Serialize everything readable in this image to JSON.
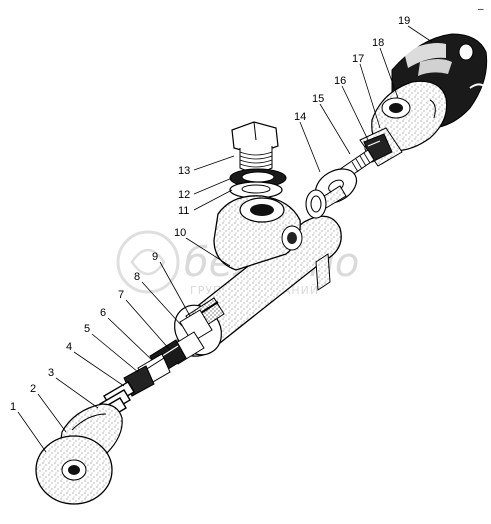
{
  "watermark": {
    "brand": "беларпо",
    "subtitle": "ГРУППА КОМПАНИЙ"
  },
  "corner_mark": "–",
  "callouts": [
    {
      "id": "1",
      "label": "1"
    },
    {
      "id": "2",
      "label": "2"
    },
    {
      "id": "3",
      "label": "3"
    },
    {
      "id": "4",
      "label": "4"
    },
    {
      "id": "5",
      "label": "5"
    },
    {
      "id": "6",
      "label": "6"
    },
    {
      "id": "7",
      "label": "7"
    },
    {
      "id": "8",
      "label": "8"
    },
    {
      "id": "9",
      "label": "9"
    },
    {
      "id": "10",
      "label": "10"
    },
    {
      "id": "11",
      "label": "11"
    },
    {
      "id": "12",
      "label": "12"
    },
    {
      "id": "13",
      "label": "13"
    },
    {
      "id": "14",
      "label": "14"
    },
    {
      "id": "15",
      "label": "15"
    },
    {
      "id": "16",
      "label": "16"
    },
    {
      "id": "17",
      "label": "17"
    },
    {
      "id": "18",
      "label": "18"
    },
    {
      "id": "19",
      "label": "19"
    }
  ]
}
